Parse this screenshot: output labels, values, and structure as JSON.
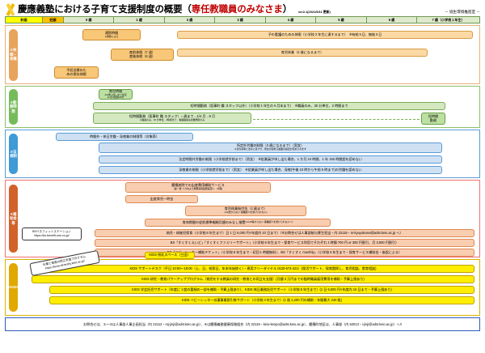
{
  "header": {
    "logo_name": "keio-x-logo",
    "title_main": "慶應義塾における子育て支援制度の概要（",
    "title_accent": "専任教職員のみなさま",
    "title_tail": "）",
    "version": "ver2.1(2021/5/11 更新)",
    "office": "－ 協生環境推進室 －"
  },
  "timeline": {
    "cells": [
      {
        "label": "計画",
        "type": "plan"
      },
      {
        "label": "妊娠",
        "type": "preg"
      },
      {
        "label": "0 歳",
        "type": "age"
      },
      {
        "label": "1 歳",
        "type": "age"
      },
      {
        "label": "2 歳",
        "type": "age"
      },
      {
        "label": "3 歳",
        "type": "age"
      },
      {
        "label": "4 歳",
        "type": "age"
      },
      {
        "label": "5 歳",
        "type": "age"
      },
      {
        "label": "6 歳",
        "type": "age"
      },
      {
        "label": "7 歳（小学校１年生）",
        "type": "age"
      }
    ]
  },
  "sections": [
    {
      "id": "s1",
      "label": "① 休暇・休業",
      "label_chars": "①休暇・休業",
      "bars": [
        {
          "name": "tsuuin-jikan",
          "text": "通院時間",
          "note": "※通勤による"
        },
        {
          "name": "sango-kyugyo",
          "text": "産前休暇（7 週）",
          "text2": "産後休暇（8 週）"
        },
        {
          "name": "fujin-kyuka",
          "text": "不妊治療のた",
          "text2": "めの保存休暇"
        },
        {
          "name": "kango-kyuka",
          "text": "子の看護のための休暇（小学校２年生に達するまで）　※有給５日、無給５日"
        },
        {
          "name": "ikuji-kyugyo",
          "text": "育児休業（3 歳になるまで）"
        }
      ]
    },
    {
      "id": "s2",
      "label": "② 勤務時間",
      "label_chars": "②勤務時間",
      "bars": [
        {
          "name": "ikuji-jikan",
          "text": "育児時間",
          "note": "※1歳に達しない生児\n※1日2回各30分"
        },
        {
          "name": "tanjikan-kinmu-1",
          "text": "短時間勤務（医事町 職 スタッフ以外）（小学校１年生の９月末まで）　※職員のみ、30 分単位、2 時間まで"
        },
        {
          "name": "tanjikan-kinmu-2",
          "text": "短時間勤務（医事町 職 スタッフ）○ 歳まで→1/4 月→9 月",
          "note": "※職員のみ、30 分単位、2時間まで、看護職員は就業規則のみ"
        },
        {
          "name": "tanjikan-kinmu-badge",
          "text": "短時間\n勤務"
        }
      ]
    },
    {
      "id": "s3",
      "label": "③ 法規制",
      "label_chars": "③法規制",
      "bars": [
        {
          "name": "seigen-header",
          "text": "時間外・休日労働・深夜業の制限等（対象帯）"
        },
        {
          "name": "shoteigai-seigen",
          "text": "所定外労働の制限（3 歳になるまで）（男女）",
          "note": "※法令基準に法令に基づき、男女が認める範囲の提出が定められます"
        },
        {
          "name": "hotei-seigen",
          "text": "法定時間外労働の制限（小学校就学前まで）（男女）　※従業員が申し出た場合、1 か月 24 時間、1 年 150 時間超を認めない"
        },
        {
          "name": "shinya-seigen",
          "text": "深夜業の制限（小学校就学前まで）（男女）　※従業員が申し出た場合、深夜(午後 10 時から午前 5 時まで)の労働を認めない"
        }
      ]
    },
    {
      "id": "s4",
      "label": "④ 補助金等",
      "label_chars": "④補助金等",
      "callout": {
        "name": "bs-benefit-station-callout",
        "line1": "BSベネフィットステーション",
        "line2": "https://bs.benefit-one.co.jp/"
      },
      "bars": [
        {
          "name": "shussan-hiyo-hojo",
          "text": "慶應病院での出産費用補助サービス",
          "note": "(第一選 ミカ対より慶應病院医務医薬へ　内容)"
        },
        {
          "name": "shussan-ichijikin",
          "text": "出産育児一時金"
        },
        {
          "name": "ikuji-kyugyo-kyufu",
          "text": "育児休業給付金（2 歳まで）",
          "note": "(※2歳からない 事業紹介を受けられない)"
        },
        {
          "name": "ikuji-shakai-hoken",
          "text": "育休期間の従前標準報酬月額のみなし措置",
          "note": "(※A,B等からない 事業紹介を受けられない～)"
        },
        {
          "name": "byoji-hoiku",
          "text": "病児・病後児保育（小学校６年生まで）日 1 日 6,000 円×年度内 10 日まで）（※お問合せは人事部給与厚生担当・内 22115・m-kyuyokosei@adst.keio.ac.jp へ）"
        },
        {
          "name": "sukusuku-aid",
          "text": "BS「すくすくえいど」「すくすくファミリーサポート」（小学校６年生まで・保育サービス利用でそれぞれ１時間 700 円 or 300 円割引、月 3,000 円割引）"
        },
        {
          "name": "babysitter-ticket",
          "text": "BS「ベビーシッター補助チケット」（小学校６年生まで・初回１時間無料）、BS「すくすく monthly」（小学校４年生まで・保育サービス補助金・施設による）"
        }
      ]
    },
    {
      "id": "s5",
      "label": "⑤ KIDS",
      "label_chars": "⑤KIDS",
      "callout": {
        "name": "kids-program-callout",
        "line1": "仕事と家庭の両立支援プログラム",
        "line2": "https://www.diversity.keio.ac.jp/"
      },
      "bars": [
        {
          "name": "kids-support-desk",
          "text": "KIDS サポートデスク（平日 10:00～18:00（土、日、祝祭日、年末年始除く）・専用フリーダイヤル 0120-674-221）(保活サポート、保育園探し、育児相談、食育相談)"
        },
        {
          "name": "kids-kenkyu-power-up",
          "text": "KIDS 研究・教育パワーアッププログラム（育児をする教員の研究・教育との両立を支援）(月額 3 万円までの臨時職員雇用費用を補助・予算上限あり)"
        },
        {
          "name": "kids-gakkai-sitter",
          "text": "KIDS 学会託児サポート（年度に１度の要細の一部を補助・予算上限あり）、KIDS 休日業務託児サポート（小学校６年生まで）(1 日 6,000 円×年度内 10 日まで・予算上限あり)"
        },
        {
          "name": "kids-babysitter-ticket",
          "text": "KIDS ベビーシッター派遣事業割引券サポート（小学校３年生まで）(1 枚 2,200 円の補助・年間最大 240 枚)"
        },
        {
          "name": "kids-junyu-space",
          "text": "KIDS 授乳スペース（三田）"
        }
      ]
    }
  ],
  "footer": {
    "text_a": "お問合せは、①～③は人事部人事企画担当（内 22113・",
    "text_b": "mj-jinji@adst.keio.ac.jp",
    "text_c": "）、④は慶應義塾健康保険組合（内 22119・",
    "text_d": "keio-kenpo@adst.keio.ac.jp",
    "text_e": "）、慶應町地区は、人事部（内 62013・i-jinji@adst.keio.ac.jp）へ!!"
  }
}
